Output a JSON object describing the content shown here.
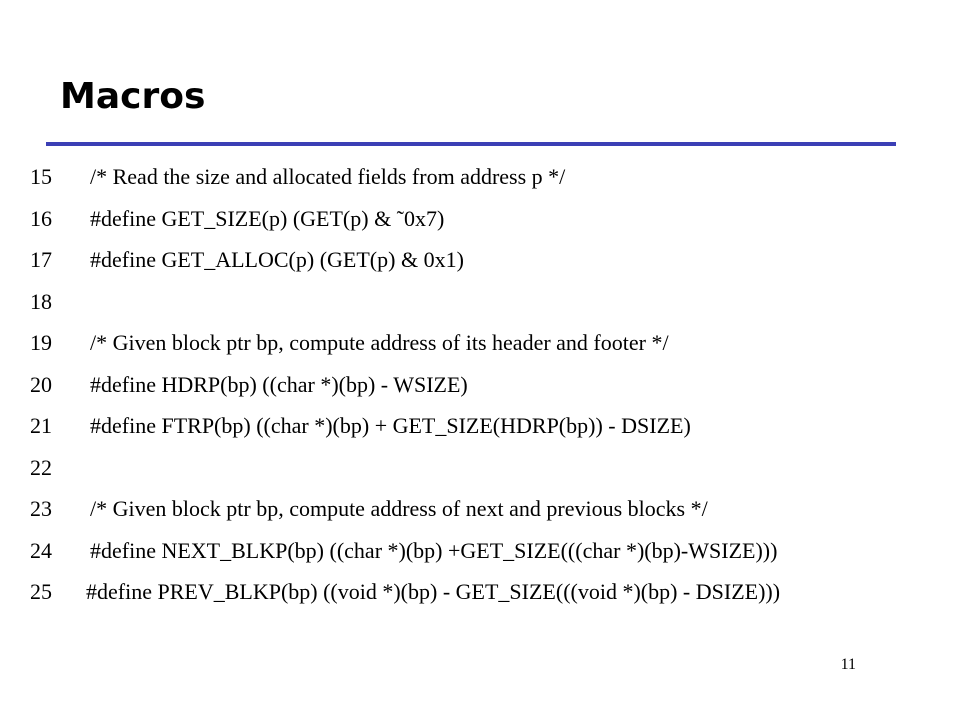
{
  "slide": {
    "title": "Macros",
    "page_number": "11",
    "accent_color": "#3b3fb5"
  },
  "code": {
    "lines": [
      {
        "num": "15",
        "text": "/* Read the size and allocated fields from address p */"
      },
      {
        "num": "16",
        "text": "#define GET_SIZE(p) (GET(p) & ˜0x7)"
      },
      {
        "num": "17",
        "text": "#define GET_ALLOC(p) (GET(p) & 0x1)"
      },
      {
        "num": "18",
        "text": ""
      },
      {
        "num": "19",
        "text": "/* Given block ptr bp, compute address of its header and footer */"
      },
      {
        "num": "20",
        "text": "#define HDRP(bp) ((char *)(bp) - WSIZE)"
      },
      {
        "num": "21",
        "text": "#define FTRP(bp) ((char *)(bp) + GET_SIZE(HDRP(bp)) - DSIZE)"
      },
      {
        "num": "22",
        "text": ""
      },
      {
        "num": "23",
        "text": "/* Given block ptr bp, compute address of next and previous blocks */"
      },
      {
        "num": "24",
        "text": "#define NEXT_BLKP(bp) ((char *)(bp) +GET_SIZE(((char *)(bp)-WSIZE)))"
      },
      {
        "num": "25",
        "text": "#define PREV_BLKP(bp) ((void *)(bp) - GET_SIZE(((void *)(bp) - DSIZE)))"
      }
    ]
  }
}
